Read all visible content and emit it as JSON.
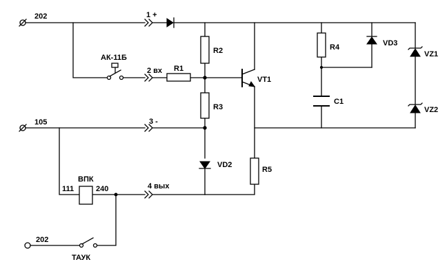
{
  "terminals": {
    "t202_top": "202",
    "t105": "105",
    "t202_bottom": "202"
  },
  "pins": {
    "pin1": "1 +",
    "pin2": "2 вх",
    "pin3": "3 -",
    "pin4": "4 вых"
  },
  "switches": {
    "ak": "АК-11Б",
    "tauk": "ТАУК"
  },
  "components": {
    "r1": "R1",
    "r2": "R2",
    "r3": "R3",
    "r4": "R4",
    "r5": "R5",
    "vt1": "VT1",
    "vd2": "VD2",
    "vd3": "VD3",
    "vz1": "VZ1",
    "vz2": "VZ2",
    "c1": "C1"
  },
  "relay": {
    "name": "ВПК",
    "pin_left": "111",
    "pin_right": "240"
  }
}
